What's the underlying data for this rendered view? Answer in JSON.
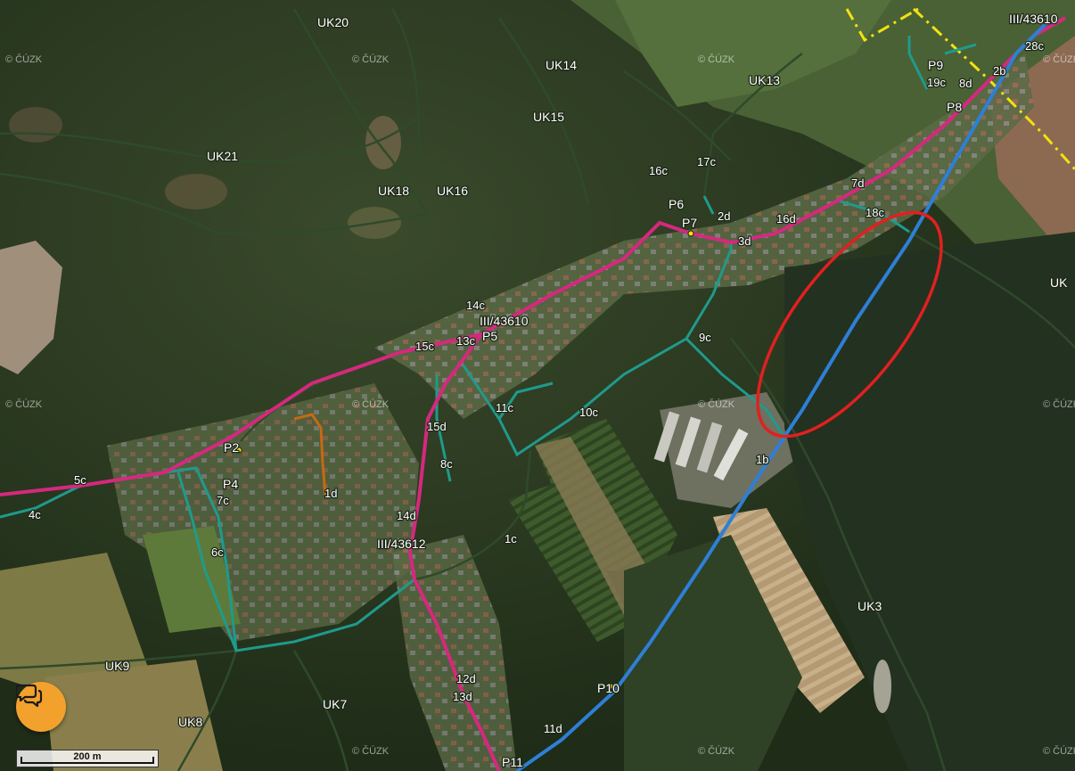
{
  "map": {
    "watermark_text": "© ČÚZK",
    "labels": {
      "uk20": "UK20",
      "uk14": "UK14",
      "uk15": "UK15",
      "uk13": "UK13",
      "uk21": "UK21",
      "uk18": "UK18",
      "uk16": "UK16",
      "uk_right": "UK",
      "uk3": "UK3",
      "uk9": "UK9",
      "uk8": "UK8",
      "uk7": "UK7",
      "road_43610_top": "III/43610",
      "road_43610_mid": "III/43610",
      "road_43612": "III/43612",
      "p2": "P2",
      "p4": "P4",
      "p5": "P5",
      "p6": "P6",
      "p7": "P7",
      "p8": "P8",
      "p9": "P9",
      "p10": "P10",
      "p11": "P11",
      "c28": "28c",
      "b2": "2b",
      "c19": "19c",
      "d8": "8d",
      "c16": "16c",
      "c17": "17c",
      "d7": "7d",
      "c18": "18c",
      "d2": "2d",
      "d16": "16d",
      "d3": "3d",
      "c14": "14c",
      "c15": "15c",
      "c13": "13c",
      "c9": "9c",
      "c11": "11c",
      "c10": "10c",
      "d15": "15d",
      "c8": "8c",
      "b1": "1b",
      "c5": "5c",
      "c4": "4c",
      "c7": "7c",
      "c6": "6c",
      "d1": "1d",
      "d14": "14d",
      "c1": "1c",
      "d12": "12d",
      "d13": "13d",
      "d11": "11d"
    },
    "colors": {
      "main_road": "#d6287f",
      "field_road_teal": "#1f9a8c",
      "dark_track": "#2f4a2a",
      "blue_route": "#2e7fd6",
      "orange_track": "#c56a12",
      "cadastral_yellow": "#f2e20f",
      "highlight_ellipse": "#e12020"
    }
  },
  "chat_button": {
    "icon": "chat-bubbles-icon",
    "color": "#f2a12d"
  },
  "scale": {
    "label": "200 m"
  }
}
